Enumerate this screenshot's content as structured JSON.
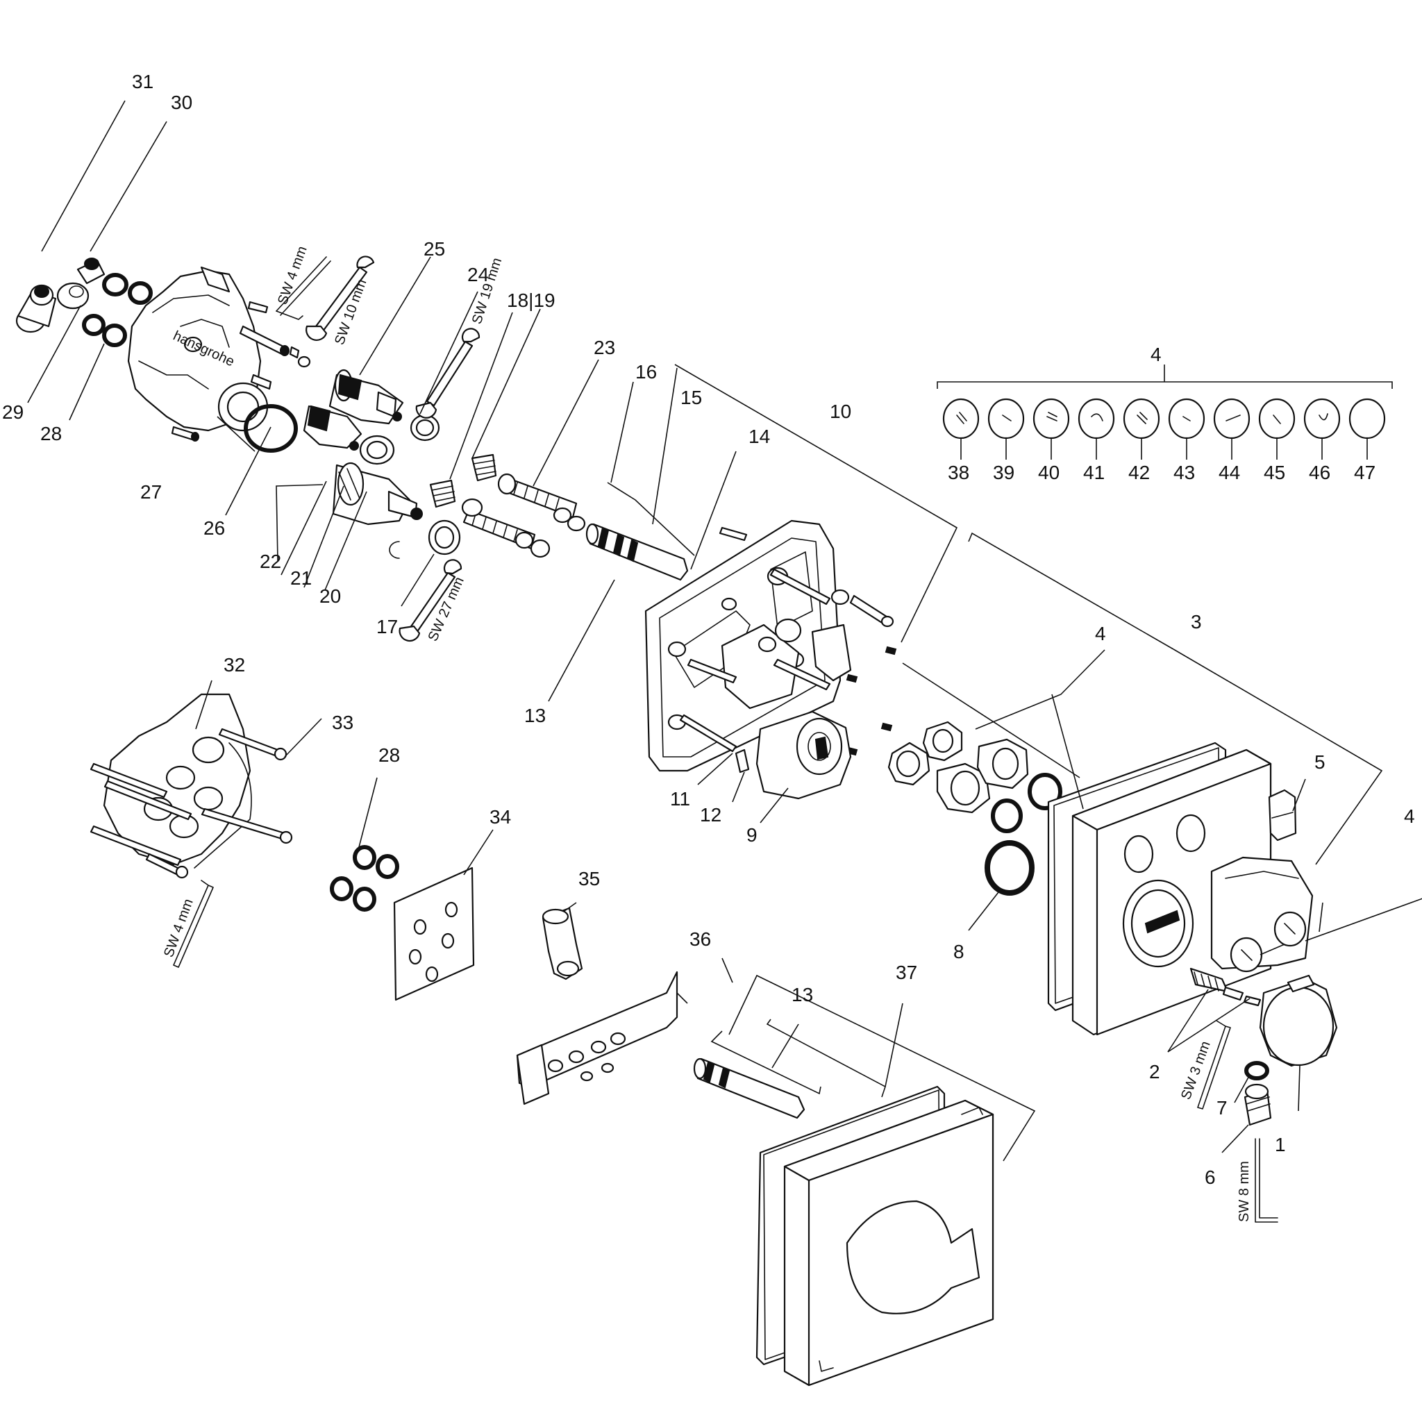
{
  "callouts": {
    "c1": "1",
    "c2": "2",
    "c3": "3",
    "c4a": "4",
    "c4b": "4",
    "c4c": "4",
    "c5": "5",
    "c6": "6",
    "c7": "7",
    "c8": "8",
    "c9": "9",
    "c10": "10",
    "c11": "11",
    "c12": "12",
    "c13a": "13",
    "c13b": "13",
    "c14": "14",
    "c15": "15",
    "c16": "16",
    "c17": "17",
    "c1819": "18|19",
    "c20": "20",
    "c21": "21",
    "c22": "22",
    "c23": "23",
    "c24": "24",
    "c25": "25",
    "c26": "26",
    "c27": "27",
    "c28a": "28",
    "c28b": "28",
    "c29": "29",
    "c30": "30",
    "c31": "31",
    "c32": "32",
    "c33": "33",
    "c34": "34",
    "c35": "35",
    "c36": "36",
    "c37": "37",
    "c38": "38",
    "c39": "39",
    "c40": "40",
    "c41": "41",
    "c42": "42",
    "c43": "43",
    "c44": "44",
    "c45": "45",
    "c46": "46",
    "c47": "47"
  },
  "tools": {
    "sw4a": "SW 4 mm",
    "sw10": "SW 10 mm",
    "sw19": "SW 19 mm",
    "sw27": "SW 27 mm",
    "sw4b": "SW 4 mm",
    "sw3": "SW 3 mm",
    "sw8": "SW 8 mm"
  }
}
